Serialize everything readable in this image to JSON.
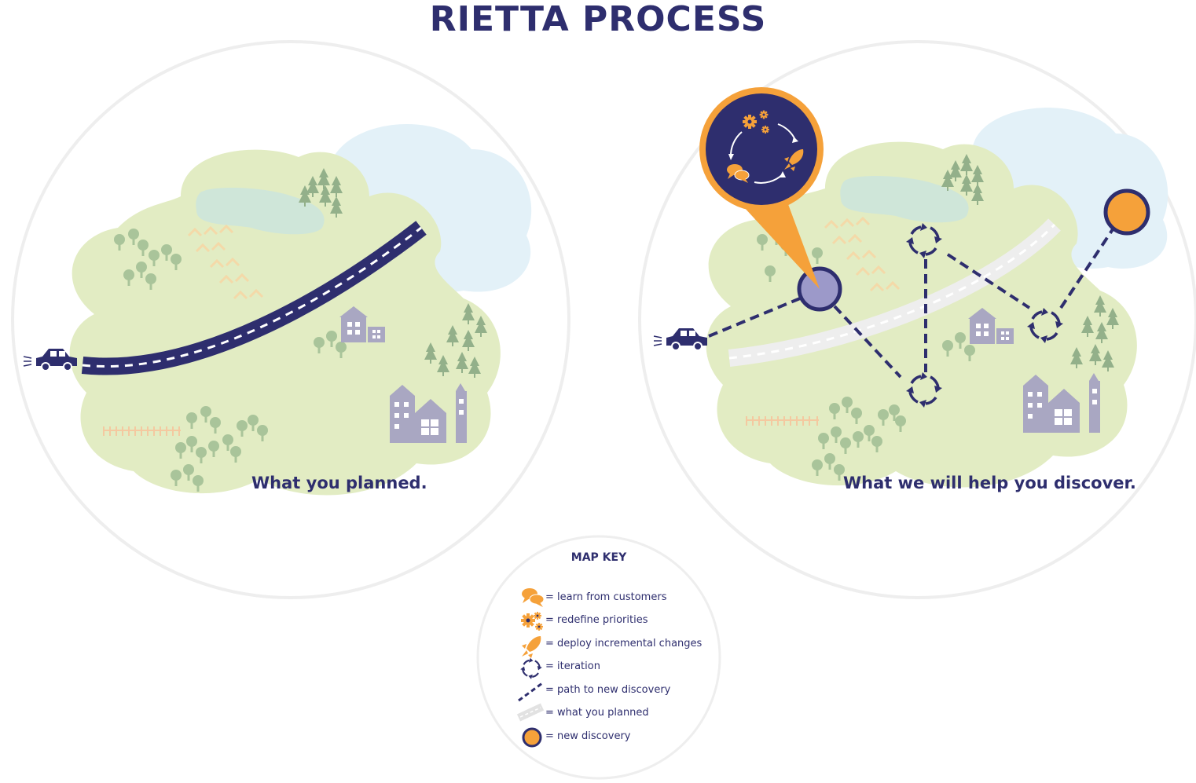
{
  "title": "RIETTA PROCESS",
  "colors": {
    "navy": "#2e2e6e",
    "orange": "#f5a13a",
    "land": "#e2ecc3",
    "sky": "#e3f1f8",
    "lake": "#cfe6d9",
    "tree": "#a9c49a",
    "pine": "#93b08a",
    "building": "#a9a7c2",
    "discovery_marker": "#f5a13a",
    "current_marker": "#9c99c9",
    "planned_road_light": "#eeeeee",
    "circle_outline": "#eeeeee"
  },
  "left_panel": {
    "caption": "What you planned."
  },
  "right_panel": {
    "caption": "What we will help you discover.",
    "callout_icons": [
      "gears-icon",
      "rocket-icon",
      "chat-bubbles-icon",
      "cycle-arrows-icon"
    ]
  },
  "map_key": {
    "title": "MAP KEY",
    "items": [
      {
        "icon": "chat-bubbles-icon",
        "label": "= learn from customers"
      },
      {
        "icon": "gears-icon",
        "label": "= redefine priorities"
      },
      {
        "icon": "rocket-icon",
        "label": "= deploy incremental changes"
      },
      {
        "icon": "iteration-icon",
        "label": "= iteration"
      },
      {
        "icon": "dashed-path-icon",
        "label": "= path to new discovery"
      },
      {
        "icon": "planned-road-icon",
        "label": "= what you planned"
      },
      {
        "icon": "new-discovery-dot-icon",
        "label": "= new discovery"
      }
    ]
  }
}
